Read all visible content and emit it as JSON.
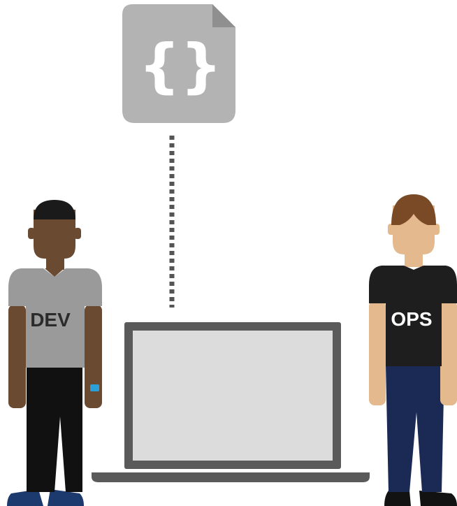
{
  "diagram": {
    "config_file": {
      "icon": "json-file-icon",
      "glyph": "{}",
      "color": "#b3b3b3",
      "fold_color": "#8f8f8f",
      "glyph_color": "#ffffff"
    },
    "connector": {
      "style": "dotted",
      "color": "#555555"
    },
    "laptop": {
      "icon": "laptop-icon",
      "frame_color": "#5a5a5a",
      "screen_color": "#dcdcdc"
    },
    "dev_person": {
      "icon": "developer-person-icon",
      "shirt_label": "DEV",
      "skin_color": "#6b4a32",
      "hair_color": "#1a1a1a",
      "shirt_color": "#9a9a9a",
      "pants_color": "#111111",
      "shoe_color": "#1c3a6e",
      "watch_color": "#2ba0d8",
      "label_color": "#2b2b2b"
    },
    "ops_person": {
      "icon": "operations-person-icon",
      "shirt_label": "OPS",
      "skin_color": "#e3b98d",
      "hair_color": "#7a4a26",
      "shirt_color": "#1e1e1e",
      "pants_color": "#1b2a55",
      "shoe_color": "#121212",
      "label_color": "#ffffff"
    }
  }
}
